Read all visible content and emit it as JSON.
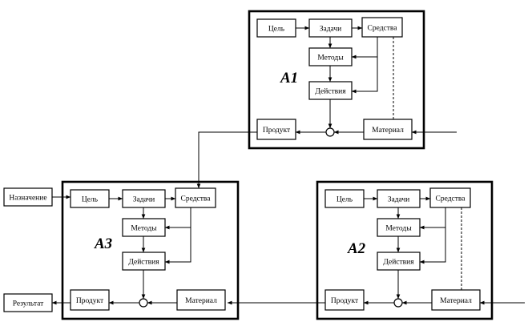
{
  "modules": [
    {
      "id": "a1",
      "title": "A1",
      "labels": {
        "goal": "Цель",
        "tasks": "Задачи",
        "means": "Средства",
        "methods": "Методы",
        "actions": "Действия",
        "product": "Продукт",
        "material": "Материал"
      }
    },
    {
      "id": "a3",
      "title": "A3",
      "labels": {
        "goal": "Цель",
        "tasks": "Задачи",
        "means": "Средства",
        "methods": "Методы",
        "actions": "Действия",
        "product": "Продукт",
        "material": "Материал"
      }
    },
    {
      "id": "a2",
      "title": "A2",
      "labels": {
        "goal": "Цель",
        "tasks": "Задачи",
        "means": "Средства",
        "methods": "Методы",
        "actions": "Действия",
        "product": "Продукт",
        "material": "Материал"
      }
    }
  ],
  "external": {
    "purpose": "Назначение",
    "result": "Результат"
  }
}
